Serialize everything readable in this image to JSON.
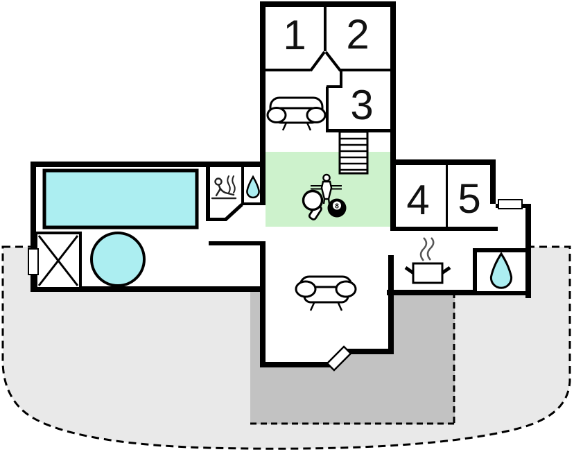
{
  "plan": {
    "type": "floor-plan",
    "rooms": [
      {
        "label": "1"
      },
      {
        "label": "2"
      },
      {
        "label": "3"
      },
      {
        "label": "4"
      },
      {
        "label": "5"
      }
    ],
    "billiard_ball_number": "8",
    "amenities": [
      "swimming-pool",
      "whirlpool",
      "sauna",
      "shower",
      "stairs",
      "sofa-upper",
      "sofa-living",
      "kitchen-pot",
      "bathroom-drop",
      "table-tennis",
      "billiards",
      "foosball",
      "storage-cross",
      "terrace-dashed",
      "patio-dashed",
      "door-left",
      "door-right",
      "door-diagonal"
    ],
    "colors": {
      "water": "#aceef1",
      "game_floor": "#cdf2cc",
      "terrace": "#e9e9e9",
      "patio": "#c2c2c2",
      "wall": "#000000",
      "steam": "#555555"
    }
  }
}
